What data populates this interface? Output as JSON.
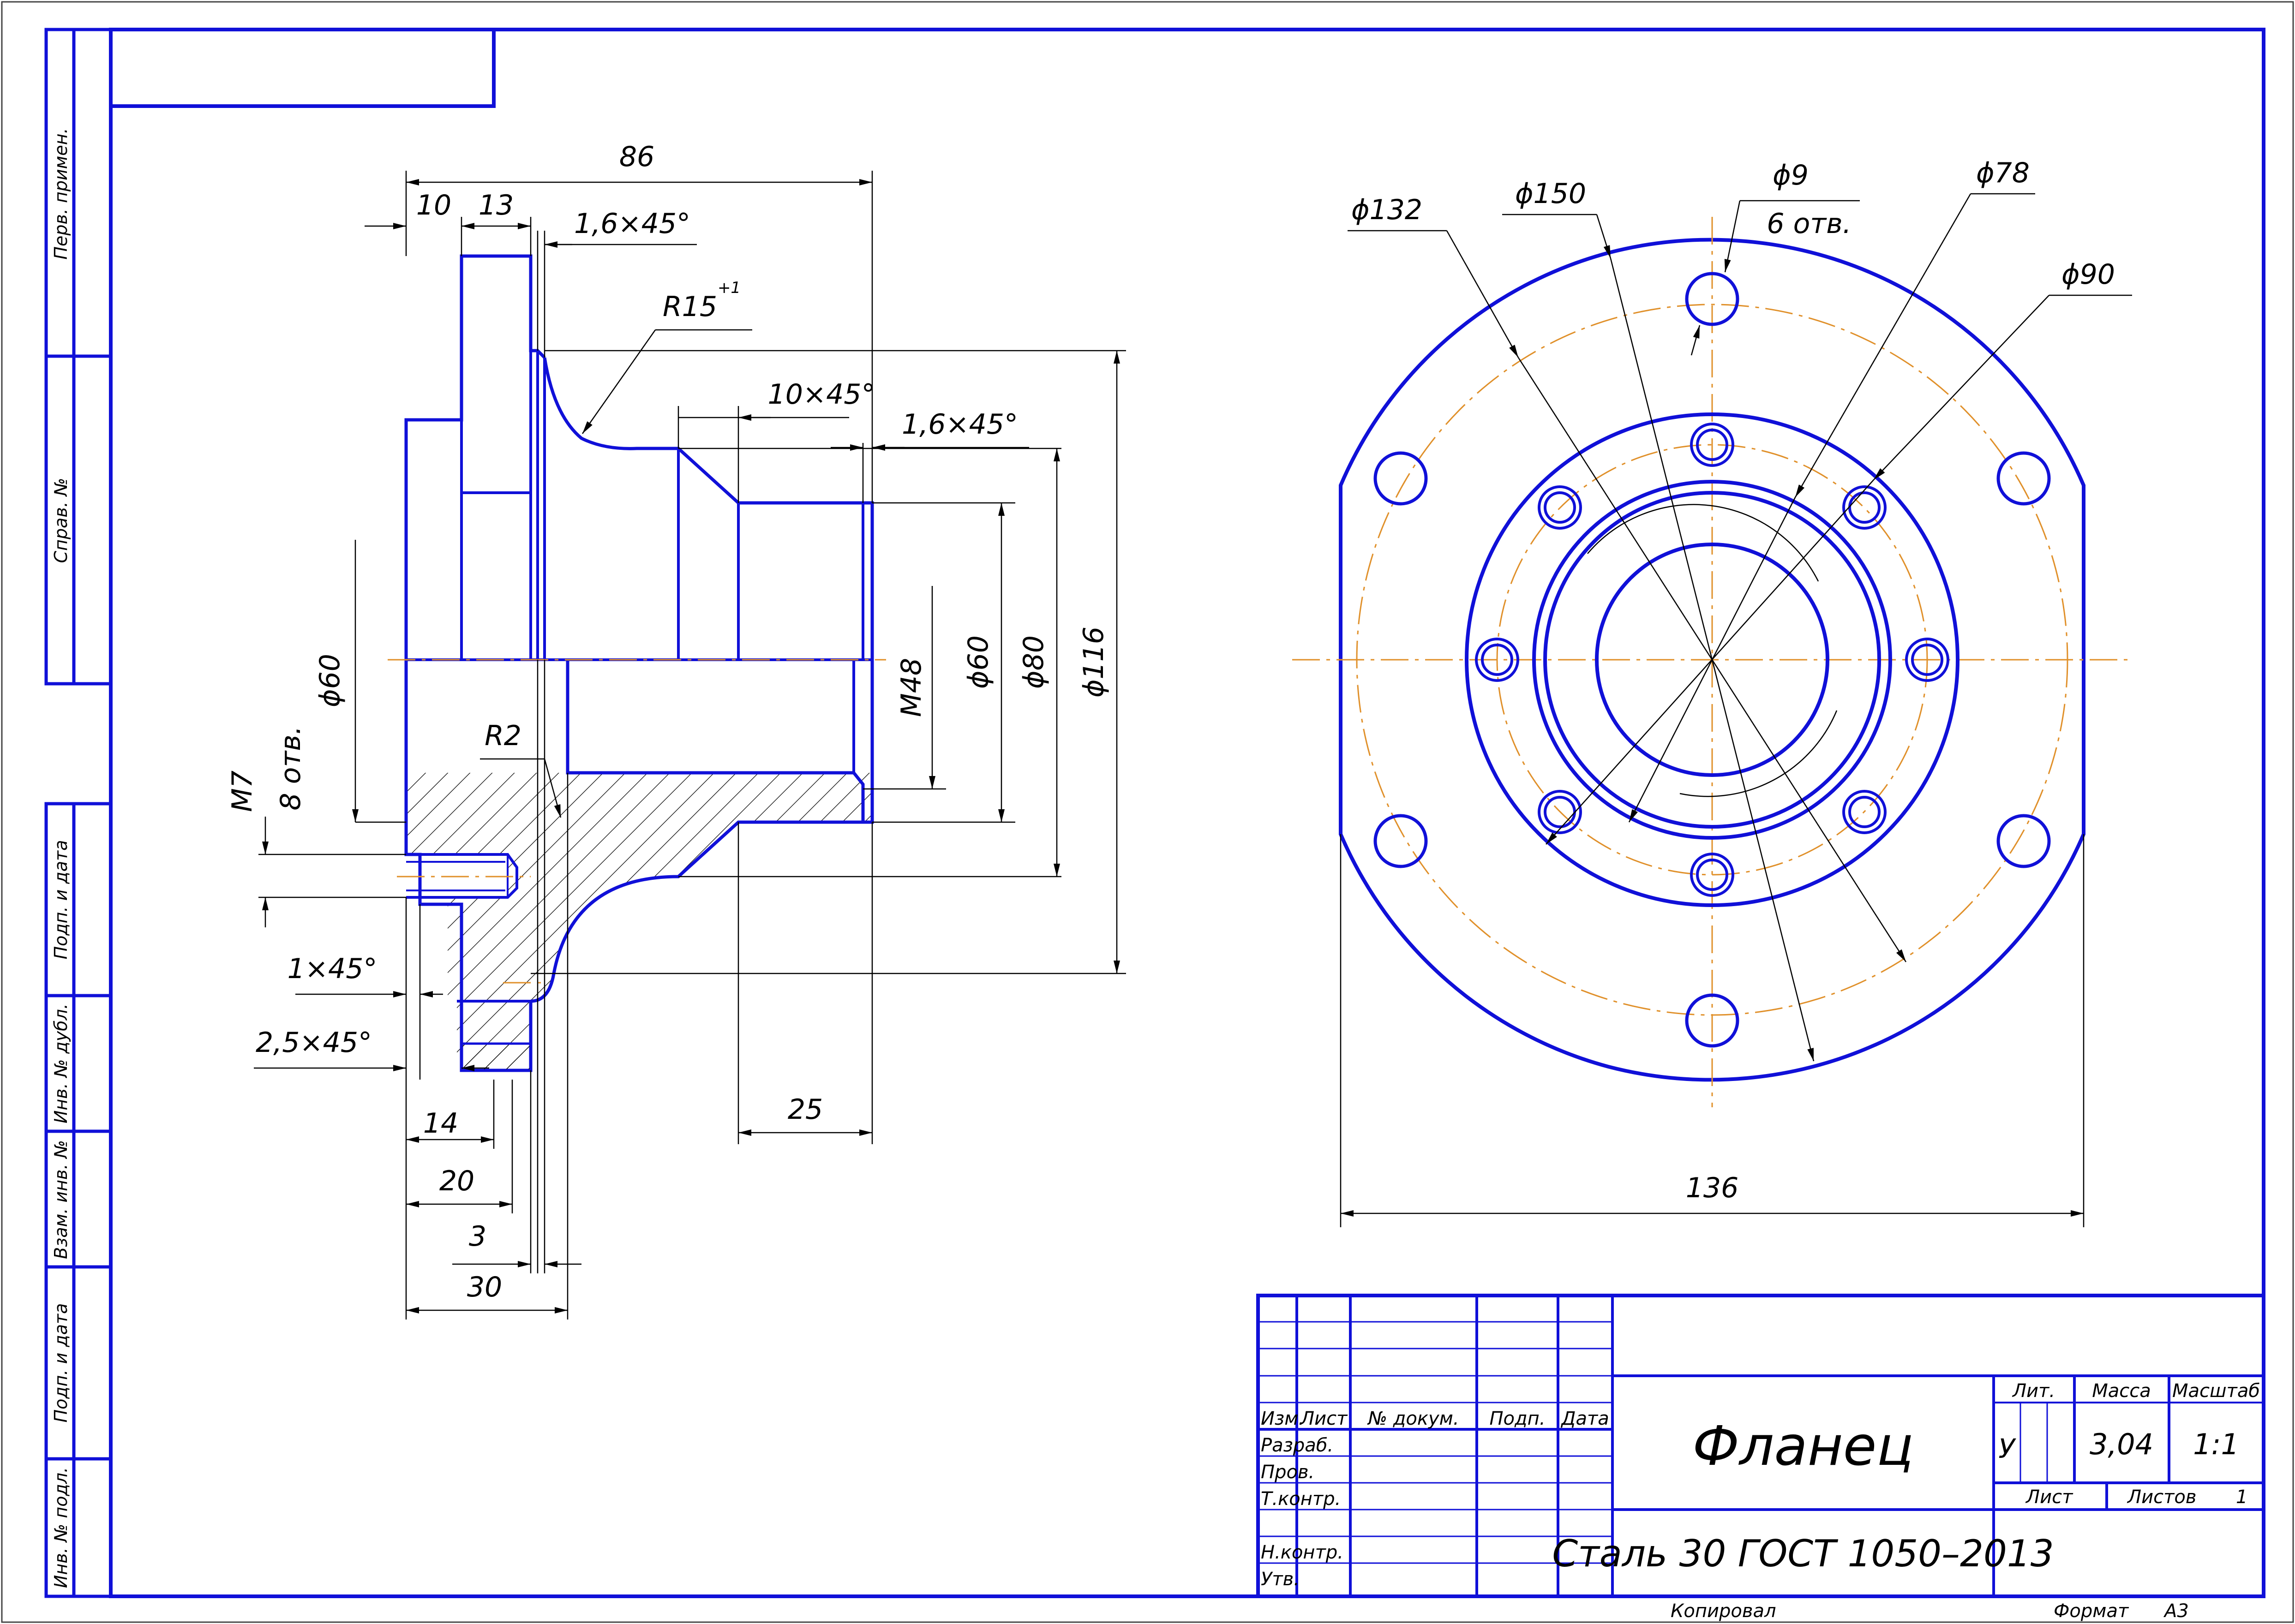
{
  "side_stamps": {
    "perv_primen": "Перв. примен.",
    "sprav_no": "Справ. №",
    "podp_data_1": "Подп. и дата",
    "inv_dubl": "Инв. № дубл.",
    "vzam_inv": "Взам. инв. №",
    "podp_data_2": "Подп. и дата",
    "inv_podl": "Инв. № подл."
  },
  "side_view_dims": {
    "d86": "86",
    "d10": "10",
    "d13": "13",
    "ch16_a": "1,6×45°",
    "r15": "R15",
    "r15_tol": "+1",
    "ch10": "10×45°",
    "ch16_b": "1,6×45°",
    "phi60_left": "ϕ60",
    "m7": "M7",
    "holes8": "8 отв.",
    "r2": "R2",
    "m48": "M48",
    "phi60": "ϕ60",
    "phi80": "ϕ80",
    "phi116": "ϕ116",
    "ch1": "1×45°",
    "ch25": "2,5×45°",
    "d14": "14",
    "d20": "20",
    "d3": "3",
    "d30": "30",
    "d25": "25"
  },
  "front_view_dims": {
    "phi132": "ϕ132",
    "phi150": "ϕ150",
    "phi9": "ϕ9",
    "holes6": "6 отв.",
    "phi78": "ϕ78",
    "phi90": "ϕ90",
    "d136": "136"
  },
  "title_block": {
    "col_izm": "Изм.",
    "col_list": "Лист",
    "col_doc": "№ докум.",
    "col_podp": "Подп.",
    "col_data": "Дата",
    "row_razrab": "Разраб.",
    "row_prov": "Пров.",
    "row_tkontr": "Т.контр.",
    "row_nkontr": "Н.контр.",
    "row_utv": "Утв.",
    "part_name": "Фланец",
    "material": "Сталь 30  ГОСТ 1050–2013",
    "lit_label": "Лит.",
    "mass_label": "Масса",
    "scale_label": "Масштаб",
    "lit_value": "У",
    "mass_value": "3,04",
    "scale_value": "1:1",
    "sheet_label": "Лист",
    "sheets_label": "Листов",
    "sheets_value": "1"
  },
  "footer": {
    "copied": "Копировал",
    "format_label": "Формат",
    "format_value": "А3"
  },
  "colors": {
    "outline": "#1010d8",
    "centerline": "#e0902a",
    "thin": "#000000",
    "background": "#ffffff"
  }
}
